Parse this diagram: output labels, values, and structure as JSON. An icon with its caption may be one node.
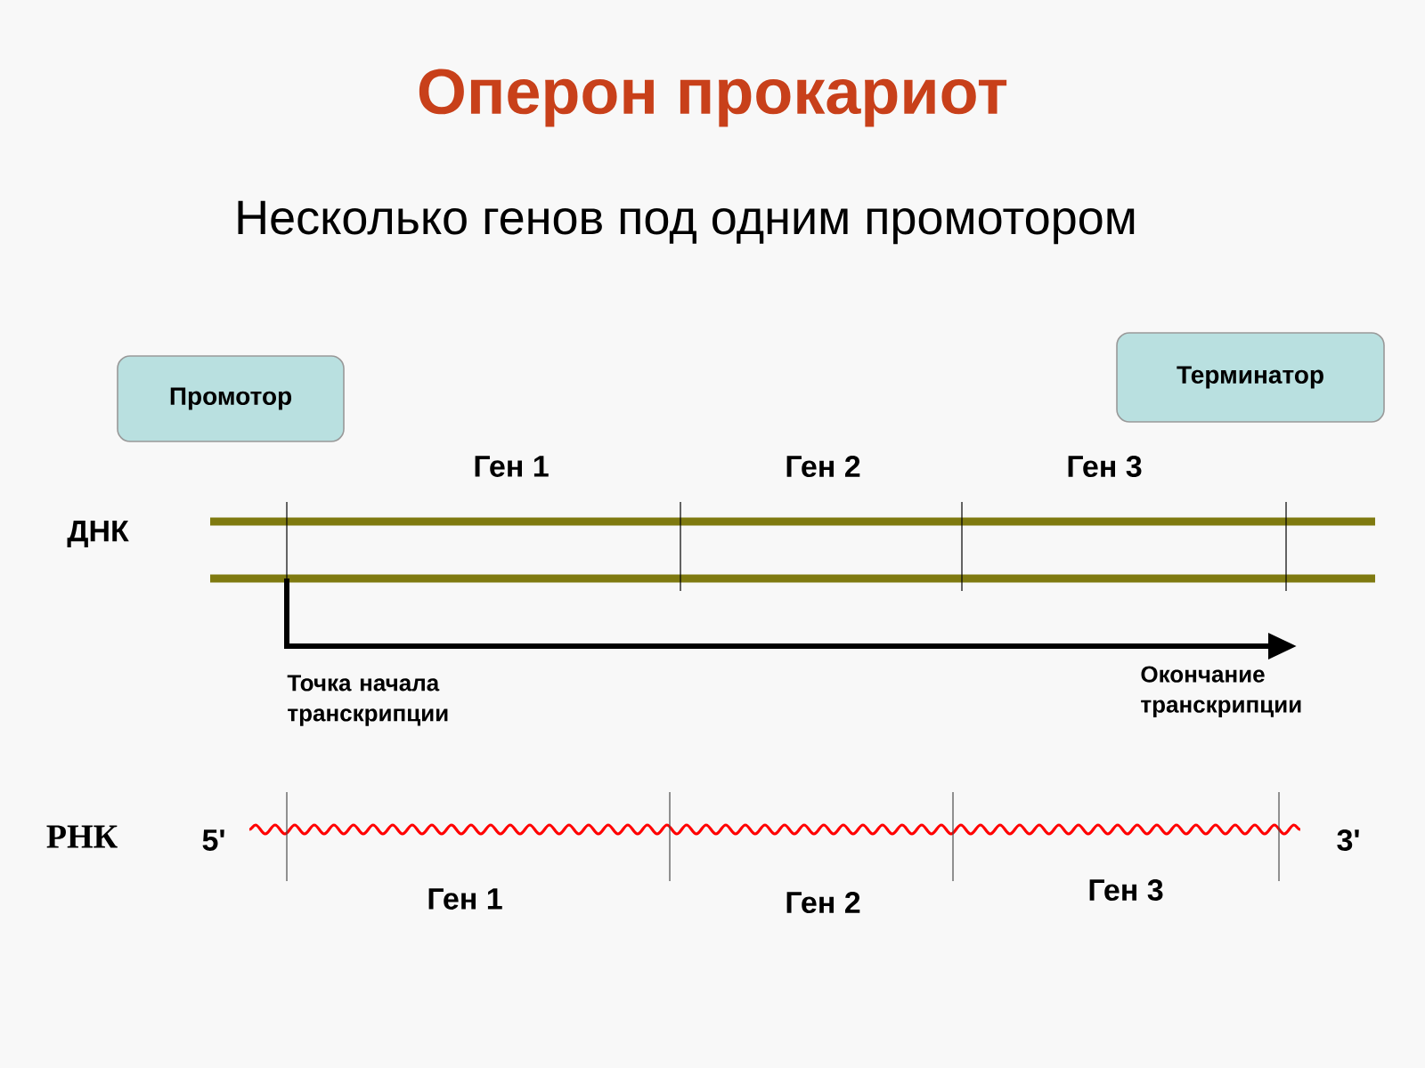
{
  "diagram": {
    "title": "Оперон прокариот",
    "nodes": [
      {
        "text": [
          "Промотор"
        ]
      },
      {
        "text": [
          "Терминатор"
        ]
      }
    ],
    "labels": [
      "Несколько генов под одним промотором",
      "Ген 1",
      "Ген 2",
      "Ген 3",
      "ДНК",
      "Точка начала транскрипции",
      "Окончание транскрипции",
      "РНК",
      "5'",
      "3'",
      "Ген 1",
      "Ген 2",
      "Ген 3"
    ]
  }
}
